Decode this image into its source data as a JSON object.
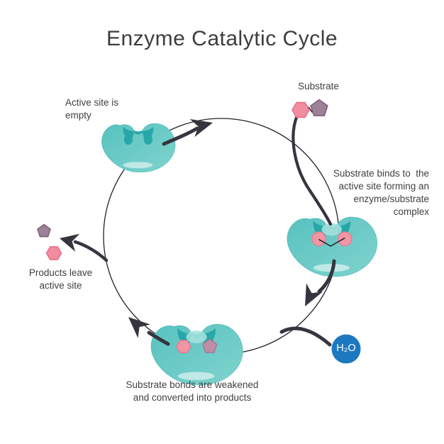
{
  "title": "Enzyme Catalytic Cycle",
  "labels": {
    "active_site_empty": "Active site is\nempty",
    "substrate": "Substrate",
    "substrate_binds": "Substrate binds to  the\nactive site forming an\nenzyme/substrate\ncomplex",
    "h2o": "H₂O",
    "bonds_weakened": "Substrate bonds are weakened\nand converted into products",
    "products_leave": "Products leave\nactive site"
  },
  "colors": {
    "background": "#ffffff",
    "title_text": "#3d3d3d",
    "label_text": "#414042",
    "teal_body": "#5fc6c2",
    "teal_body_light": "#86d6d0",
    "teal_dark": "#28a7a9",
    "teal_notch": "#a3e0db",
    "arrow_dark": "#35353f",
    "cycle_line": "#222228",
    "pink_fill": "#f28ca0",
    "pink_stroke": "#e96f85",
    "purple_fill": "#9d8198",
    "purple_stroke": "#7d617a",
    "site_pink": "#f096a4",
    "site_purple": "#c08da6",
    "h2o_blue": "#1d78bf"
  }
}
